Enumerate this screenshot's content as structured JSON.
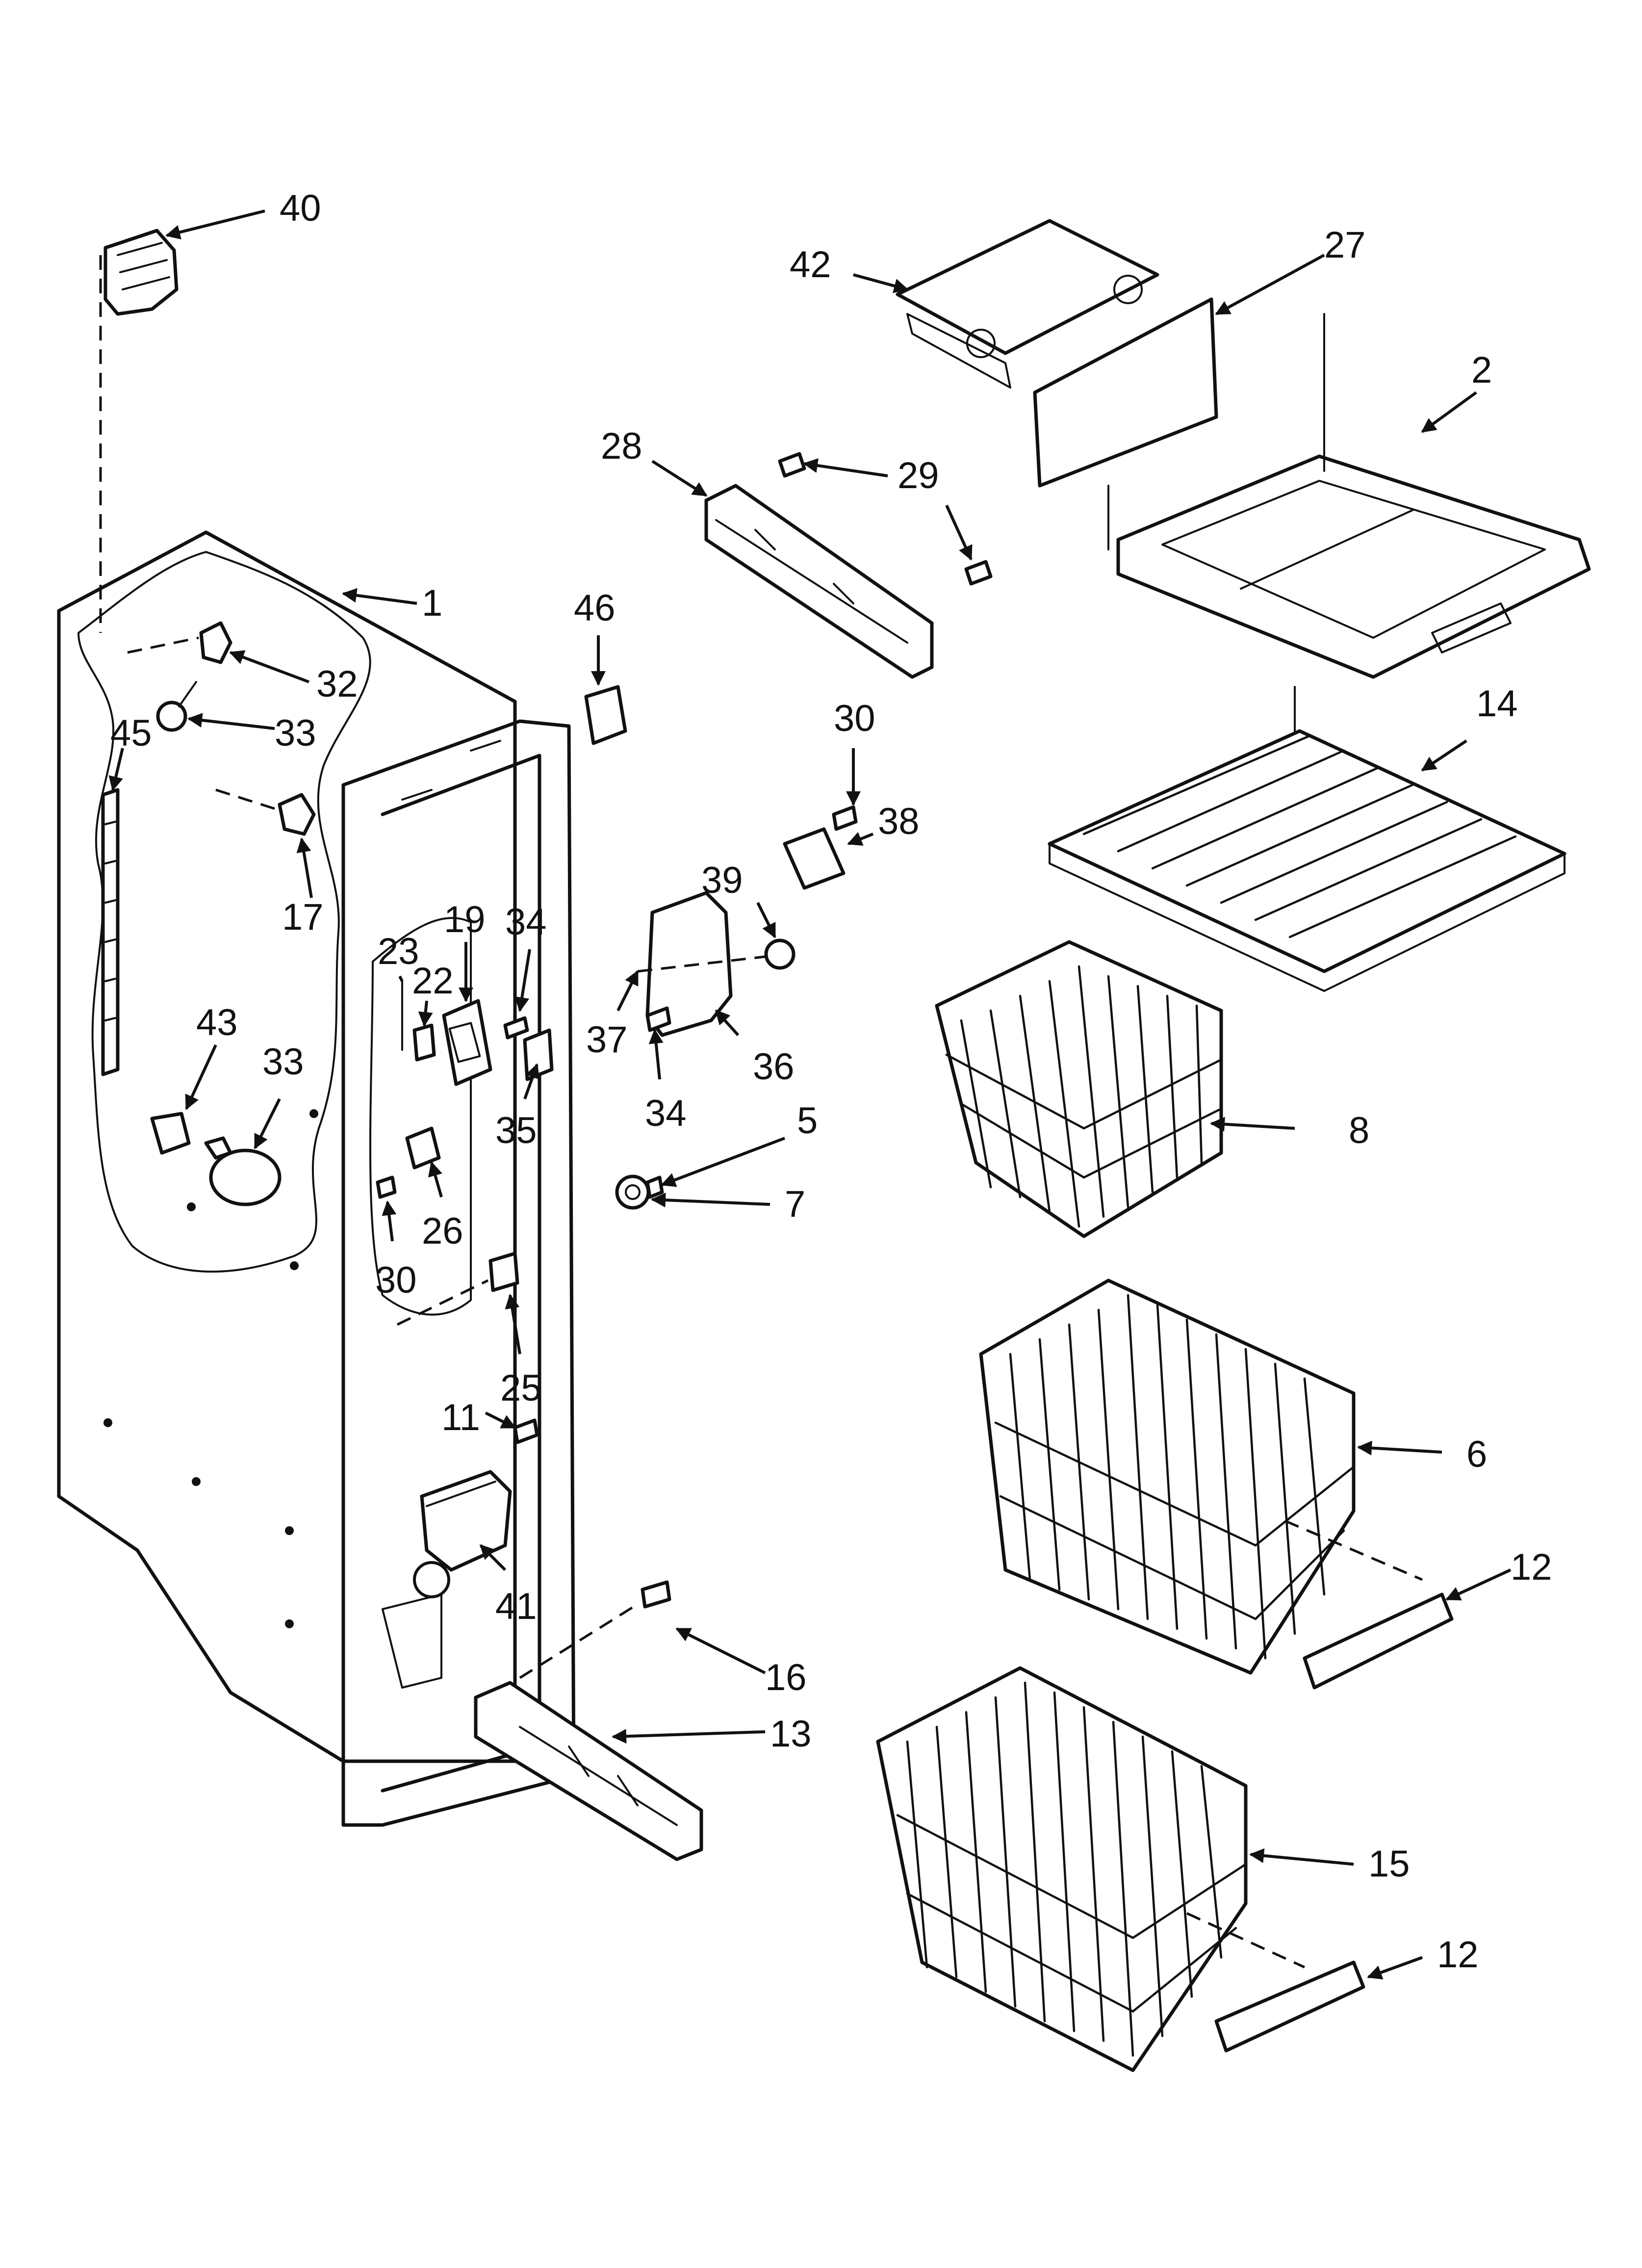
{
  "diagram": {
    "callouts": [
      {
        "id": "c40",
        "label": "40"
      },
      {
        "id": "c42",
        "label": "42"
      },
      {
        "id": "c27",
        "label": "27"
      },
      {
        "id": "c2",
        "label": "2"
      },
      {
        "id": "c1",
        "label": "1"
      },
      {
        "id": "c28",
        "label": "28"
      },
      {
        "id": "c29",
        "label": "29"
      },
      {
        "id": "c46",
        "label": "46"
      },
      {
        "id": "c32",
        "label": "32"
      },
      {
        "id": "c33a",
        "label": "33"
      },
      {
        "id": "c45",
        "label": "45"
      },
      {
        "id": "c17",
        "label": "17"
      },
      {
        "id": "c30a",
        "label": "30"
      },
      {
        "id": "c38",
        "label": "38"
      },
      {
        "id": "c14",
        "label": "14"
      },
      {
        "id": "c39",
        "label": "39"
      },
      {
        "id": "c19",
        "label": "19"
      },
      {
        "id": "c34a",
        "label": "34"
      },
      {
        "id": "c23",
        "label": "23"
      },
      {
        "id": "c22",
        "label": "22"
      },
      {
        "id": "c43",
        "label": "43"
      },
      {
        "id": "c33b",
        "label": "33"
      },
      {
        "id": "c37",
        "label": "37"
      },
      {
        "id": "c36",
        "label": "36"
      },
      {
        "id": "c34b",
        "label": "34"
      },
      {
        "id": "c35",
        "label": "35"
      },
      {
        "id": "c5",
        "label": "5"
      },
      {
        "id": "c8",
        "label": "8"
      },
      {
        "id": "c7",
        "label": "7"
      },
      {
        "id": "c26",
        "label": "26"
      },
      {
        "id": "c30b",
        "label": "30"
      },
      {
        "id": "c25",
        "label": "25"
      },
      {
        "id": "c6",
        "label": "6"
      },
      {
        "id": "c11",
        "label": "11"
      },
      {
        "id": "c41",
        "label": "41"
      },
      {
        "id": "c12a",
        "label": "12"
      },
      {
        "id": "c16",
        "label": "16"
      },
      {
        "id": "c13",
        "label": "13"
      },
      {
        "id": "c15",
        "label": "15"
      },
      {
        "id": "c12b",
        "label": "12"
      }
    ]
  }
}
